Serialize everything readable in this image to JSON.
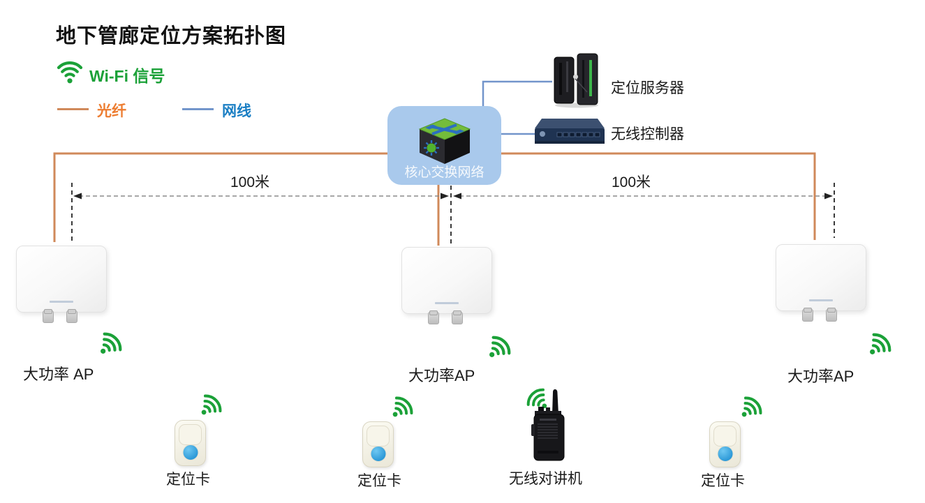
{
  "title": "地下管廊定位方案拓扑图",
  "legend": {
    "wifi": {
      "label": "Wi-Fi 信号"
    },
    "fiber": {
      "label": "光纤"
    },
    "ethernet": {
      "label": "网线"
    }
  },
  "core": {
    "label": "核心交换网络"
  },
  "server": {
    "label": "定位服务器"
  },
  "controller": {
    "label": "无线控制器"
  },
  "aps": {
    "left": {
      "label": "大功率 AP"
    },
    "center": {
      "label": "大功率AP"
    },
    "right": {
      "label": "大功率AP"
    }
  },
  "tags": {
    "left": {
      "label": "定位卡"
    },
    "center": {
      "label": "定位卡"
    },
    "right": {
      "label": "定位卡"
    }
  },
  "walkie": {
    "label": "无线对讲机"
  },
  "measurements": {
    "left": "100米",
    "right": "100米"
  },
  "colors": {
    "wifi_green": "#1BA138",
    "fiber_orange": "#D0895A",
    "fiber_text": "#ED7D31",
    "ethernet_blue": "#7295CB",
    "ethernet_text": "#1B7FC4",
    "core_fill": "#A9C9EC"
  }
}
